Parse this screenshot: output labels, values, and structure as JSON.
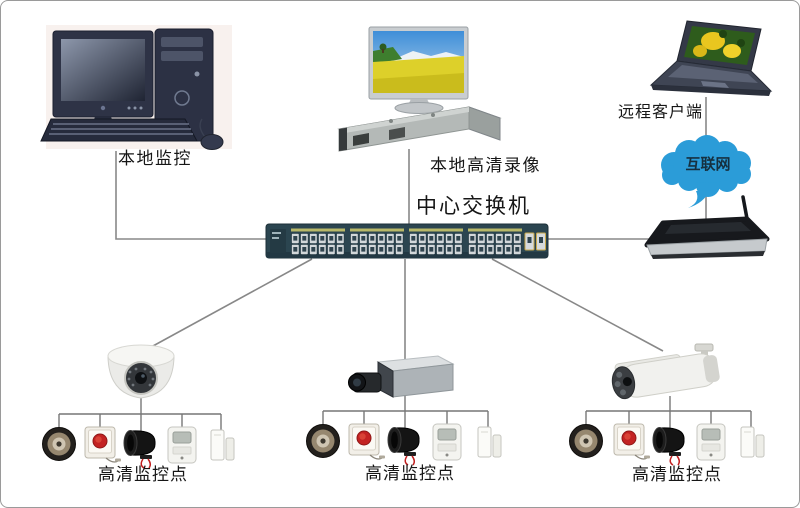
{
  "diagram": {
    "kind": "security-surveillance-network-topology",
    "background": "#ffffff",
    "connector_color": "#888888",
    "nodes": {
      "pc": {
        "label": "本地监控",
        "icon": "desktop-computer"
      },
      "recorder": {
        "label": "本地高清录像",
        "icon": "rack-server-with-monitor"
      },
      "switch": {
        "label": "中心交换机",
        "icon": "48-port-ethernet-switch",
        "color": "#2b4550"
      },
      "laptop": {
        "label": "远程客户端",
        "icon": "laptop"
      },
      "internet": {
        "label": "互联网",
        "icon": "cloud",
        "color": "#2b9cd8"
      },
      "router": {
        "icon": "wireless-router"
      },
      "site_left": {
        "label": "高清监控点",
        "camera": "dome-camera"
      },
      "site_center": {
        "label": "高清监控点",
        "camera": "box-camera"
      },
      "site_right": {
        "label": "高清监控点",
        "camera": "bullet-camera"
      }
    },
    "site_peripherals": [
      "speaker",
      "panic-button",
      "siren",
      "pir-motion-sensor",
      "door-contact"
    ],
    "edges": [
      {
        "from": "pc",
        "to": "switch"
      },
      {
        "from": "recorder",
        "to": "switch"
      },
      {
        "from": "switch",
        "to": "router"
      },
      {
        "from": "router",
        "to": "internet"
      },
      {
        "from": "internet",
        "to": "laptop"
      },
      {
        "from": "switch",
        "to": "site_left"
      },
      {
        "from": "switch",
        "to": "site_center"
      },
      {
        "from": "switch",
        "to": "site_right"
      }
    ]
  }
}
